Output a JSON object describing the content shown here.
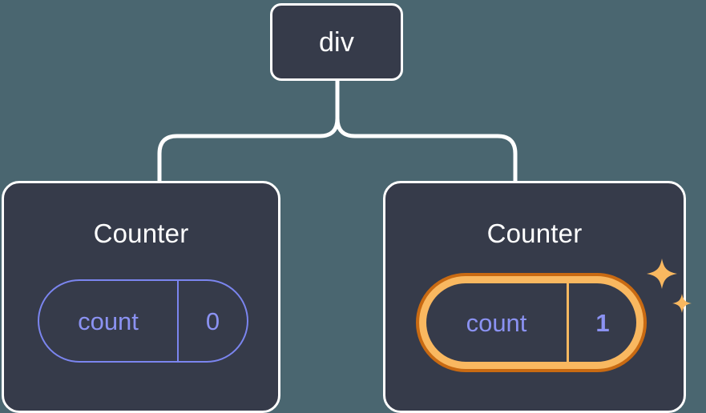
{
  "diagram": {
    "type": "component-tree",
    "background_color": "#4a6670",
    "node_fill_color": "#363b4a",
    "node_border_color": "#ffffff",
    "state_color": "#8b92f2",
    "highlight_color_light": "#f9b860",
    "highlight_color_dark": "#c96a12",
    "root": {
      "label": "div"
    },
    "children": [
      {
        "title": "Counter",
        "state_key": "count",
        "state_value": "0",
        "highlighted": false
      },
      {
        "title": "Counter",
        "state_key": "count",
        "state_value": "1",
        "highlighted": true,
        "sparkle_icons": [
          "sparkle-large",
          "sparkle-small"
        ]
      }
    ]
  }
}
